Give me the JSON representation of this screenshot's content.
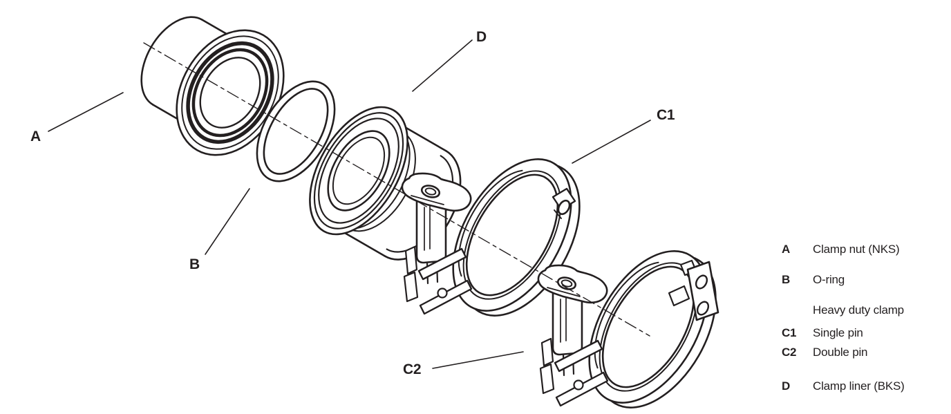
{
  "colors": {
    "ink": "#231f20",
    "background": "#ffffff"
  },
  "callouts": {
    "a": "A",
    "b": "B",
    "d": "D",
    "c1": "C1",
    "c2": "C2"
  },
  "legend": {
    "items": [
      {
        "key": "A",
        "label": "Clamp nut (NKS)"
      },
      {
        "key": "B",
        "label": "O-ring"
      },
      {
        "key": "",
        "label": "Heavy duty clamp"
      },
      {
        "key": "C1",
        "label": "Single pin"
      },
      {
        "key": "C2",
        "label": "Double pin"
      },
      {
        "key": "D",
        "label": "Clamp liner (BKS)"
      }
    ]
  }
}
